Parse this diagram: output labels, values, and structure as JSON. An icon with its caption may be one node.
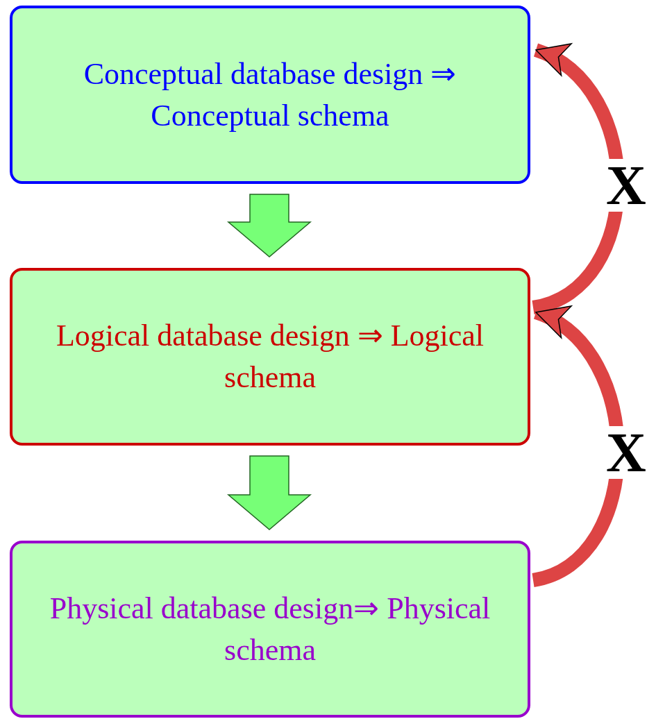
{
  "diagram": {
    "nodes": [
      {
        "text": [
          "Conceptual database design ⇒ Conceptual schema"
        ]
      },
      {
        "text": [
          "Logical database design ⇒ Logical schema"
        ]
      },
      {
        "text": [
          "Physical database design⇒ Physical schema"
        ]
      }
    ],
    "edges": [
      {
        "from": 0,
        "to": 1,
        "arrow": "to",
        "color": "#77ff77"
      },
      {
        "from": 1,
        "to": 2,
        "arrow": "to",
        "color": "#77ff77"
      },
      {
        "from": 1,
        "to": 0,
        "arrow": "to",
        "color": "#dd4444",
        "label": "X"
      },
      {
        "from": 2,
        "to": 1,
        "arrow": "to",
        "color": "#dd4444",
        "label": "X"
      }
    ]
  }
}
